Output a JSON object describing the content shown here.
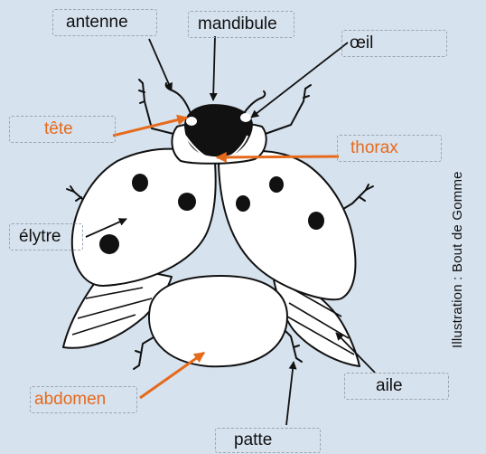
{
  "labels": {
    "antenne": "antenne",
    "mandibule": "mandibule",
    "oeil": "œil",
    "tete": "tête",
    "thorax": "thorax",
    "elytre": "élytre",
    "aile": "aile",
    "abdomen": "abdomen",
    "patte": "patte"
  },
  "credit": "Illustration : Bout de Gomme",
  "colors": {
    "background": "#d6e2ee",
    "label_text": "#111111",
    "highlight_text": "#e66a1c",
    "highlight_arrow": "#e66a1c",
    "outline": "#111111",
    "body_fill": "#ffffff"
  }
}
